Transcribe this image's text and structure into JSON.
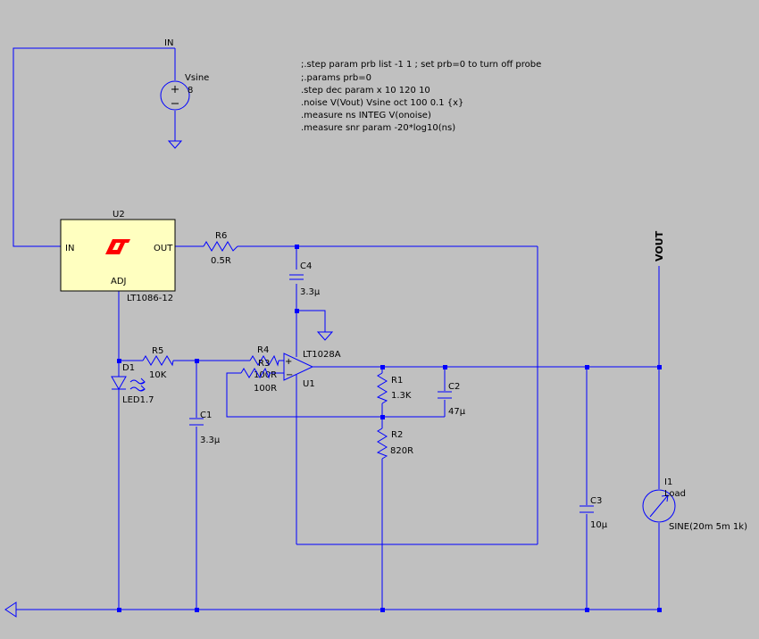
{
  "labels": {
    "in_net": "IN",
    "vsine_name": "Vsine",
    "vsine_value": "8",
    "u2_name": "U2",
    "u2_pin_in": "IN",
    "u2_pin_out": "OUT",
    "u2_pin_adj": "ADJ",
    "u2_part": "LT1086-12",
    "r6_name": "R6",
    "r6_value": "0.5R",
    "c4_name": "C4",
    "c4_value": "3.3µ",
    "vout_net": "VOUT",
    "r5_name": "R5",
    "r5_value": "10K",
    "d1_name": "D1",
    "d1_value": "LED1.7",
    "r4_name": "R4",
    "r4_value": "100R",
    "r3_name": "R3",
    "r3_value": "100R",
    "u1_part": "LT1028A",
    "u1_name": "U1",
    "r1_name": "R1",
    "r1_value": "1.3K",
    "c2_name": "C2",
    "c2_value": "47µ",
    "c1_name": "C1",
    "c1_value": "3.3µ",
    "r2_name": "R2",
    "r2_value": "820R",
    "c3_name": "C3",
    "c3_value": "10µ",
    "i1_name": "I1",
    "i1_type": "Load",
    "i1_value": "SINE(20m 5m 1k)",
    "opamp_minus": "−",
    "opamp_plus": "+"
  },
  "directives": [
    ";.step param prb list -1 1 ; set prb=0 to turn off probe",
    ";.params prb=0",
    ".step dec param x 10 120 10",
    ".noise V(Vout) Vsine oct 100 0.1 {x}",
    ".measure ns INTEG V(onoise)",
    ".measure snr param -20*log10(ns)"
  ],
  "colors": {
    "background": "#c0c0c0",
    "wire": "#0000ff",
    "symbol_fill": "#ffffc0",
    "logo": "#ff0000"
  },
  "icons": {
    "u2_logo": "linear-technology-logo-icon"
  }
}
